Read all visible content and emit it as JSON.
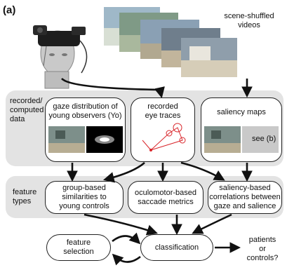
{
  "panel_label": "(a)",
  "videos_label": [
    "scene-shuffled",
    "videos"
  ],
  "bands": {
    "recorded_label": [
      "recorded/",
      "computed",
      "data"
    ],
    "feature_label": [
      "feature",
      "types"
    ]
  },
  "boxes": {
    "gaze": [
      "gaze distribution of",
      "young observers (Yo)"
    ],
    "eye_traces": [
      "recorded",
      "eye traces"
    ],
    "saliency": "saliency maps",
    "saliency_note": "see (b)",
    "group": [
      "group-based",
      "similarities to",
      "young controls"
    ],
    "oculomotor": [
      "oculomotor-based",
      "saccade metrics"
    ],
    "saliency_based": [
      "saliency-based",
      "correlations between",
      "gaze and salience"
    ],
    "feature_selection": [
      "feature",
      "selection"
    ],
    "classification": "classification",
    "output": [
      "patients",
      "or",
      "controls?"
    ]
  },
  "colors": {
    "band": "#e3e3e3",
    "arrow": "#111111",
    "trace": "#d9262b"
  }
}
